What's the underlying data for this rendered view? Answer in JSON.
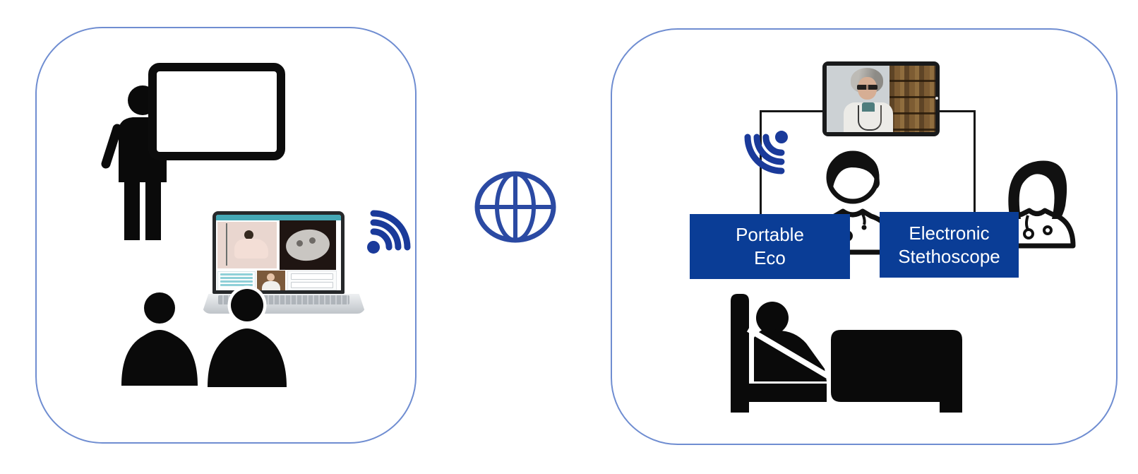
{
  "diagram": {
    "left_panel": {
      "icons": [
        "teacher-presenter",
        "whiteboard",
        "telemedicine-laptop",
        "wifi-signal",
        "audience-person",
        "audience-person"
      ]
    },
    "connector": {
      "icon": "internet-globe"
    },
    "right_panel": {
      "icons": [
        "video-call-tablet",
        "wifi-signal",
        "doctor-outline",
        "nurse-outline",
        "patient-in-bed"
      ],
      "device_labels": [
        {
          "line1": "Portable",
          "line2": "Eco"
        },
        {
          "line1": "Electronic",
          "line2": "Stethoscope"
        }
      ]
    }
  },
  "colors": {
    "label_bg": "#0a3d96",
    "label_text": "#ffffff",
    "wifi_blue": "#1a3a9a",
    "globe_blue": "#2b4aa3",
    "panel_border": "#6f8dd1",
    "connector_line": "#161616",
    "silhouette": "#0a0a0a"
  }
}
